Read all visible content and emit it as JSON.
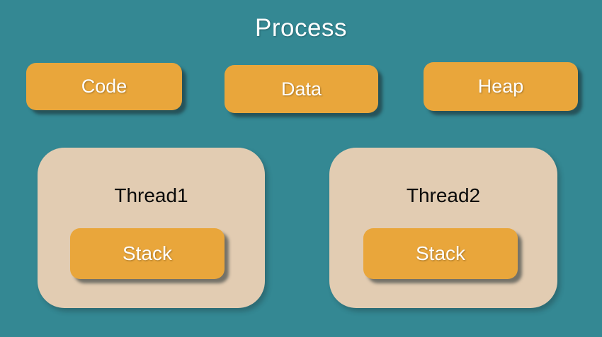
{
  "diagram": {
    "title": "Process",
    "memory_segments": [
      {
        "label": "Code"
      },
      {
        "label": "Data"
      },
      {
        "label": "Heap"
      }
    ],
    "threads": [
      {
        "label": "Thread1",
        "stack_label": "Stack"
      },
      {
        "label": "Thread2",
        "stack_label": "Stack"
      }
    ],
    "colors": {
      "background_teal": "#348893",
      "segment_fill_orange": "#E9A63B",
      "thread_fill_beige": "#E2CCB2",
      "segment_text": "#FFFFFF",
      "title_text": "#FFFFFF",
      "thread_text": "#0A0A0A",
      "shadow": "#1B282B"
    }
  }
}
